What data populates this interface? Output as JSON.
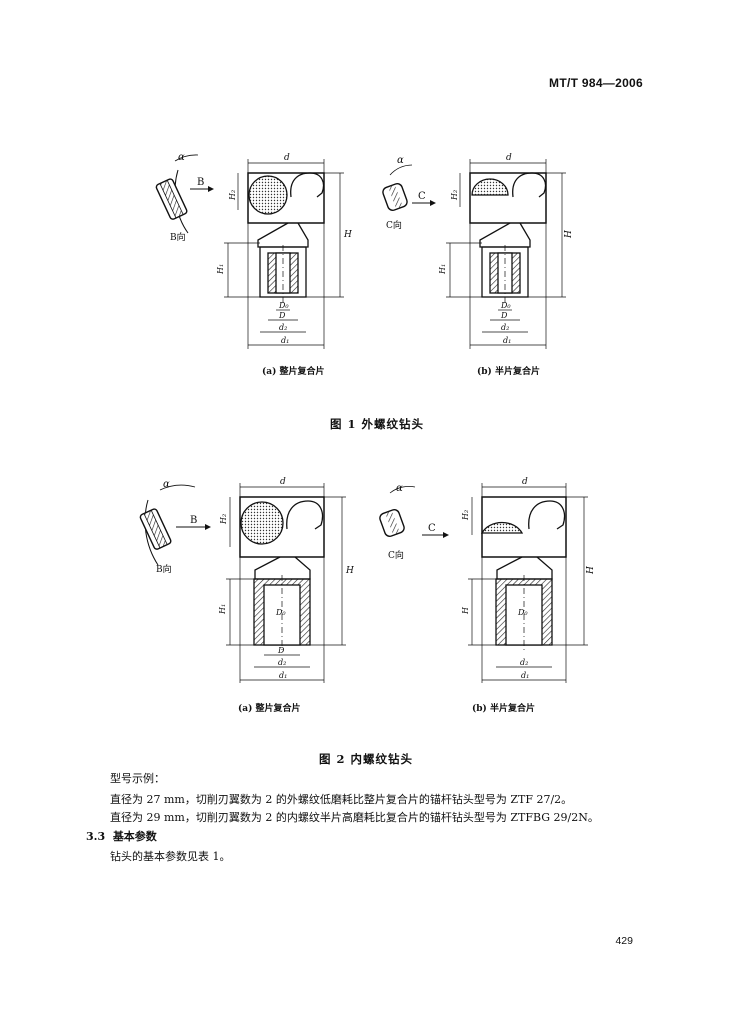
{
  "header": {
    "standard_code": "MT/T 984—2006"
  },
  "figure1": {
    "title": "图 1  外螺纹钻头",
    "sub_a": "(a)  整片复合片",
    "sub_b": "(b)  半片复合片",
    "view_a": "B向",
    "view_b": "C向",
    "arrow_a": "B",
    "arrow_b": "C"
  },
  "figure2": {
    "title": "图 2  内螺纹钻头",
    "sub_a": "(a)  整片复合片",
    "sub_b": "(b)  半片复合片",
    "view_a": "B向",
    "view_b": "C向",
    "arrow_a": "B",
    "arrow_b": "C"
  },
  "dims": {
    "alpha": "α",
    "d": "d",
    "H": "H",
    "H1": "H₁",
    "H2": "H₂",
    "D": "D",
    "D0": "D₀",
    "d1": "d₁",
    "d2": "d₂"
  },
  "body": {
    "example_heading": "型号示例：",
    "example_1": "直径为 27 mm，切削刃翼数为 2 的外螺纹低磨耗比整片复合片的锚杆钻头型号为 ZTF 27/2。",
    "example_2": "直径为 29 mm，切削刃翼数为 2 的内螺纹半片高磨耗比复合片的锚杆钻头型号为 ZTFBG 29/2N。",
    "section_number": "3.3",
    "section_title": "基本参数",
    "section_text": "钻头的基本参数见表 1。"
  },
  "footer": {
    "page_number": "429"
  }
}
